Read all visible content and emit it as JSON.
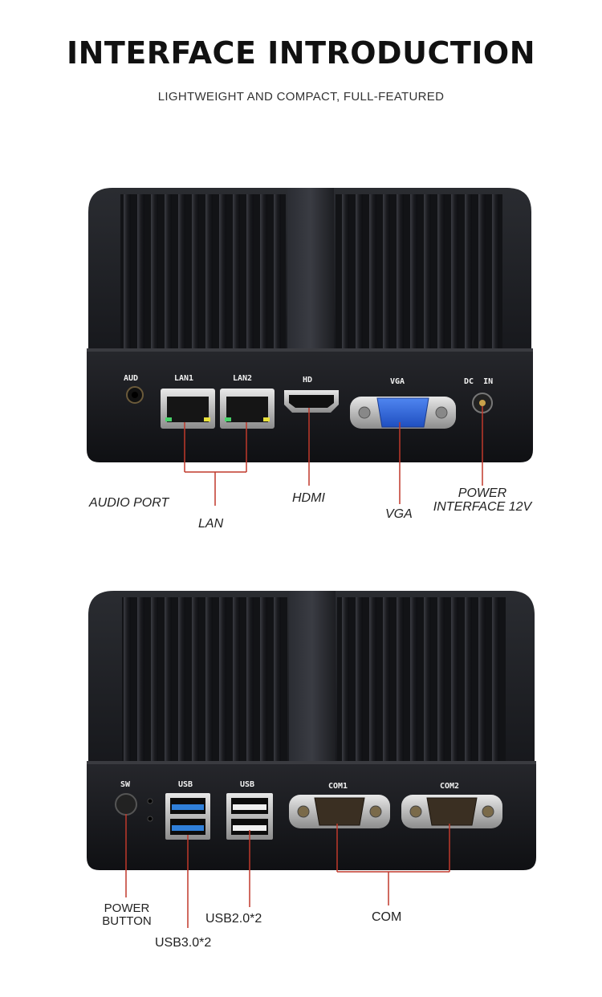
{
  "header": {
    "title": "INTERFACE INTRODUCTION",
    "subtitle": "LIGHTWEIGHT AND COMPACT, FULL-FEATURED"
  },
  "front_panel": {
    "port_labels": {
      "aud": "AUD",
      "lan1": "LAN1",
      "lan2": "LAN2",
      "hd": "HD",
      "vga": "VGA",
      "dc_in": "DC  IN"
    },
    "callouts": {
      "audio_port": "AUDIO PORT",
      "lan": "LAN",
      "hdmi": "HDMI",
      "vga": "VGA",
      "power_line1": "POWER",
      "power_line2": "INTERFACE 12V"
    }
  },
  "rear_panel": {
    "port_labels": {
      "sw": "SW",
      "usb_a": "USB",
      "usb_b": "USB",
      "com1": "COM1",
      "com2": "COM2"
    },
    "callouts": {
      "power_button_line1": "POWER",
      "power_button_line2": "BUTTON",
      "usb3": "USB3.0*2",
      "usb2": "USB2.0*2",
      "com": "COM"
    }
  },
  "colors": {
    "callout_line": "#c0392b",
    "case": "#1c1d21",
    "vga_blue": "#2b5fd9",
    "usb3_blue": "#2f7fd8"
  }
}
